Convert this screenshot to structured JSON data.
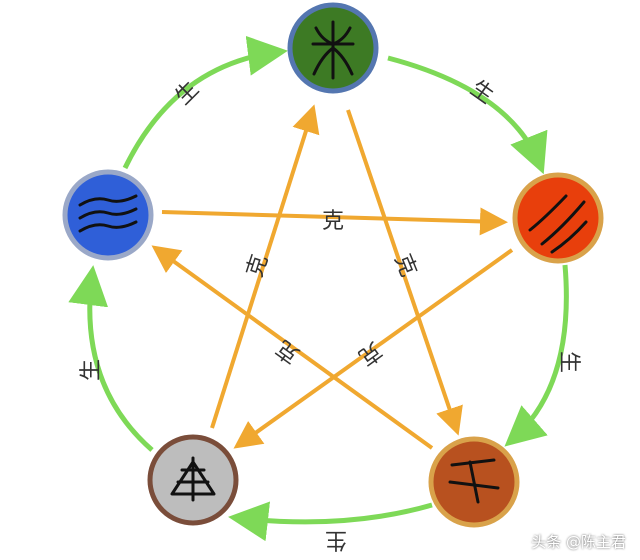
{
  "elements": {
    "wood": {
      "color": "#3d7a24",
      "border": "#5476b0"
    },
    "fire": {
      "color": "#e83f0c",
      "border": "#d9a24a"
    },
    "earth": {
      "color": "#b8511f",
      "border": "#d9a24a"
    },
    "metal": {
      "color": "#bdbdbd",
      "border": "#7a4d3a"
    },
    "water": {
      "color": "#2f5fd8",
      "border": "#9aa8c8"
    }
  },
  "relations": {
    "generate_label": "生",
    "overcome_label": "克",
    "generate_color": "#7ed957",
    "overcome_color": "#f0a830"
  },
  "watermark": "头条 @陈主君"
}
